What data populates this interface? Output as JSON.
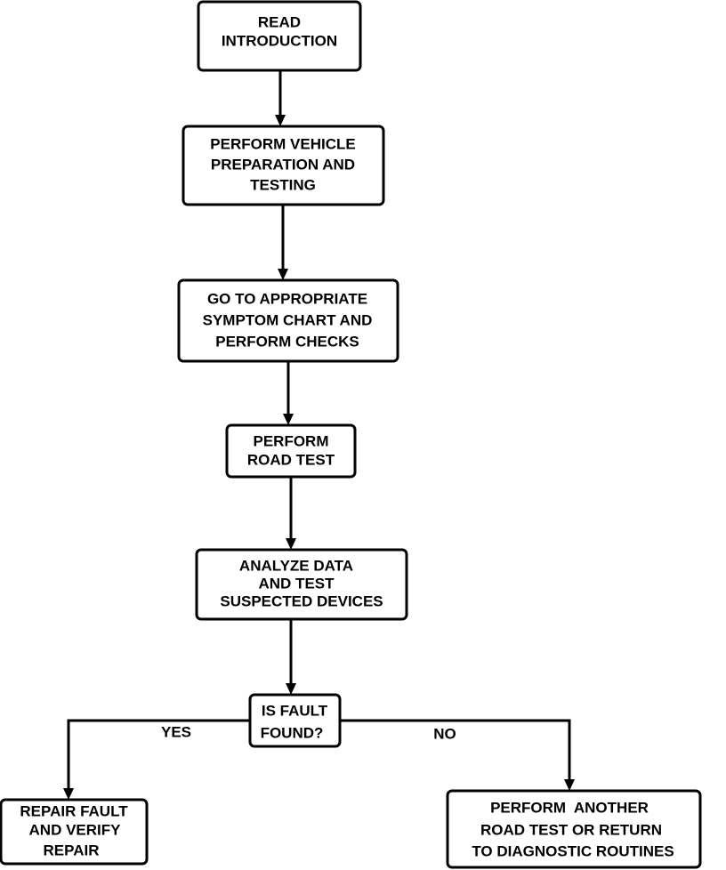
{
  "nodes": {
    "read_intro": [
      "READ",
      "INTRODUCTION"
    ],
    "vehicle_prep": [
      "PERFORM VEHICLE",
      "PREPARATION AND",
      "TESTING"
    ],
    "symptom_chart": [
      "GO TO APPROPRIATE",
      "SYMPTOM CHART AND",
      "PERFORM CHECKS"
    ],
    "road_test": [
      "PERFORM",
      "ROAD TEST"
    ],
    "analyze": [
      "ANALYZE DATA",
      "AND TEST",
      "SUSPECTED DEVICES"
    ],
    "fault_found": [
      "IS FAULT",
      "FOUND?"
    ],
    "repair": [
      "REPAIR FAULT",
      "AND VERIFY",
      "REPAIR"
    ],
    "another_test": [
      "PERFORM  ANOTHER",
      "ROAD TEST OR RETURN",
      "TO DIAGNOSTIC ROUTINES"
    ]
  },
  "edges": {
    "yes_label": "YES",
    "no_label": "NO"
  },
  "colors": {
    "stroke": "#000000",
    "background": "#ffffff"
  }
}
